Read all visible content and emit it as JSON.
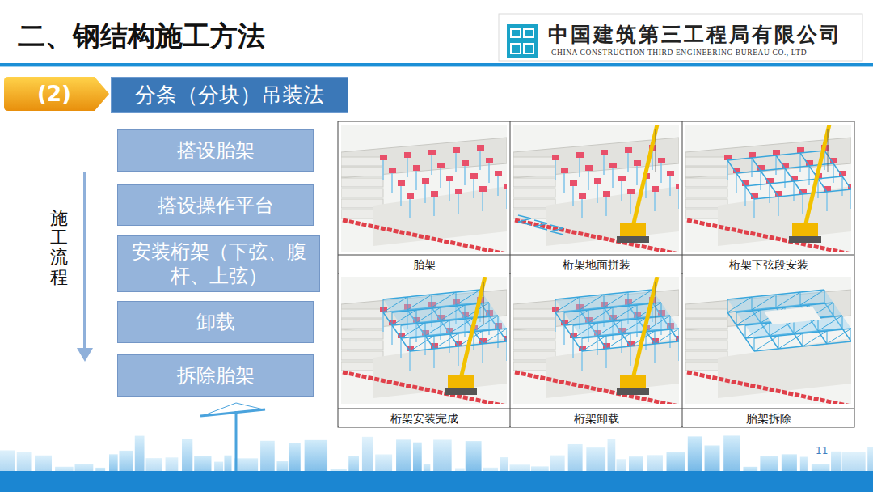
{
  "diagram": {
    "title": "二、钢结构施工方法",
    "nodes": [
      {
        "text": [
          "(2)"
        ]
      },
      {
        "text": [
          "分条（分块）吊装法"
        ]
      },
      {
        "text": [
          "搭设胎架"
        ]
      },
      {
        "text": [
          "搭设操作平台"
        ]
      },
      {
        "text": [
          "安装桁架（下弦、腹杆、上弦）"
        ]
      },
      {
        "text": [
          "卸载"
        ]
      },
      {
        "text": [
          "拆除胎架"
        ]
      }
    ],
    "labels": [
      "中国建筑第三工程局有限公司",
      "CHINA CONSTRUCTION THIRD ENGINEERING BUREAU CO., LTD",
      "施工流程",
      "胎架",
      "桁架地面拼装",
      "桁架下弦段安装",
      "桁架安装完成",
      "桁架卸载",
      "胎架拆除",
      "11"
    ]
  }
}
